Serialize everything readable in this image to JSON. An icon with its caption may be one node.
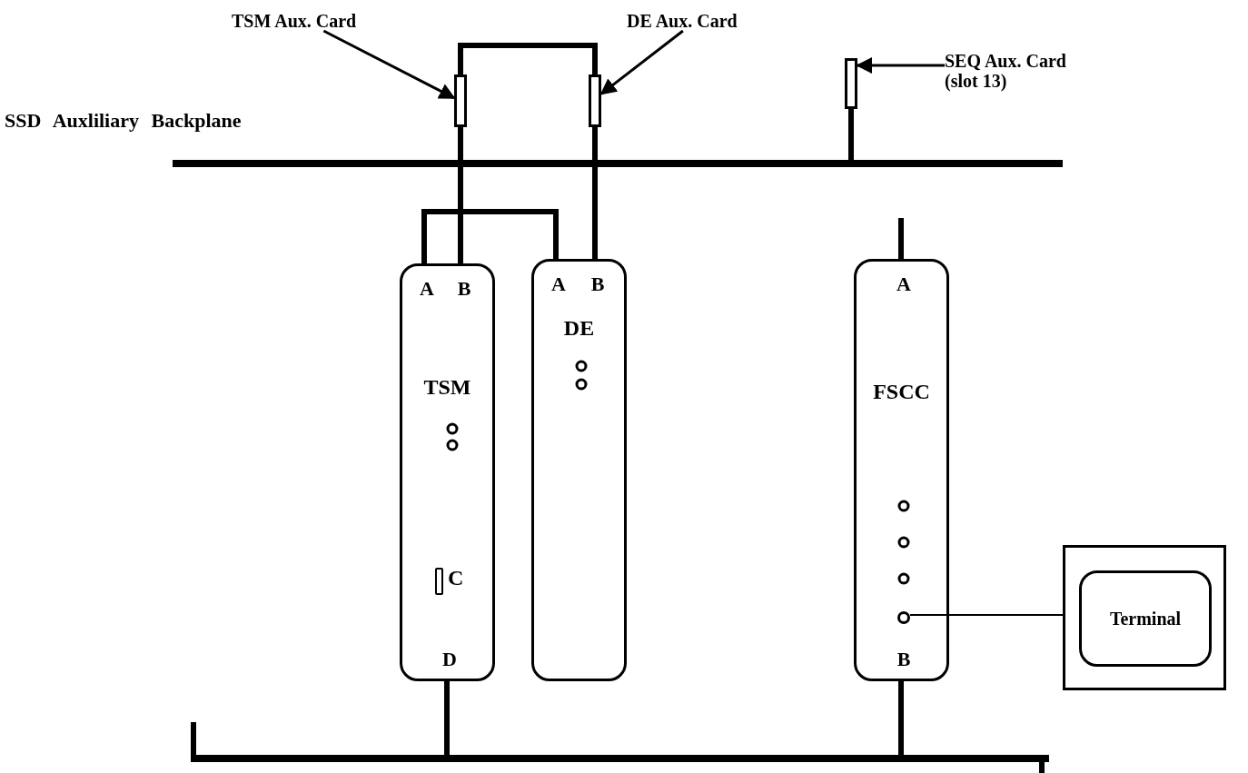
{
  "diagram": {
    "nodes": [
      {
        "text": [
          "TSM Aux. Card"
        ]
      },
      {
        "text": [
          "DE Aux. Card"
        ]
      },
      {
        "text": [
          "SEQ Aux. Card (slot 13)"
        ]
      },
      {
        "text": [],
        "shape": "box"
      },
      {
        "text": [],
        "shape": "box"
      },
      {
        "text": [],
        "shape": "box"
      },
      {
        "text": [
          "SSD Auxliliary Backplane"
        ]
      },
      {
        "text": [
          "TSM"
        ]
      },
      {
        "text": [
          "A"
        ],
        "in": 7
      },
      {
        "text": [
          "B"
        ],
        "in": 7
      },
      {
        "text": [
          "C"
        ],
        "in": 7
      },
      {
        "text": [
          "D"
        ],
        "in": 7
      },
      {
        "text": [
          "DE"
        ]
      },
      {
        "text": [
          "A"
        ],
        "in": 12
      },
      {
        "text": [
          "B"
        ],
        "in": 12
      },
      {
        "text": [
          "FSCC"
        ]
      },
      {
        "text": [
          "A"
        ],
        "in": 15
      },
      {
        "text": [],
        "shape": "circle",
        "in": 15
      },
      {
        "text": [
          "B"
        ],
        "in": 15
      },
      {
        "text": [],
        "shape": "box"
      },
      {
        "text": [
          "Terminal"
        ],
        "in": 19
      },
      {
        "text": [],
        "shape": "bar"
      }
    ],
    "edges": [
      {
        "from": 0,
        "to": 3,
        "arrow": "to"
      },
      {
        "from": 1,
        "to": 4,
        "arrow": "to"
      },
      {
        "from": 2,
        "to": 5,
        "arrow": "to"
      },
      {
        "from": 3,
        "to": 4,
        "arrow": "none"
      },
      {
        "from": 3,
        "to": 9,
        "arrow": "none"
      },
      {
        "from": 4,
        "to": 14,
        "arrow": "none"
      },
      {
        "from": 5,
        "to": 6,
        "arrow": "none"
      },
      {
        "from": 8,
        "to": 13,
        "arrow": "none"
      },
      {
        "from": 16,
        "to": null,
        "arrow": "none"
      },
      {
        "from": 17,
        "to": 19,
        "arrow": "none"
      },
      {
        "from": 11,
        "to": 21,
        "arrow": "none"
      },
      {
        "from": 18,
        "to": 21,
        "arrow": "none"
      }
    ]
  }
}
